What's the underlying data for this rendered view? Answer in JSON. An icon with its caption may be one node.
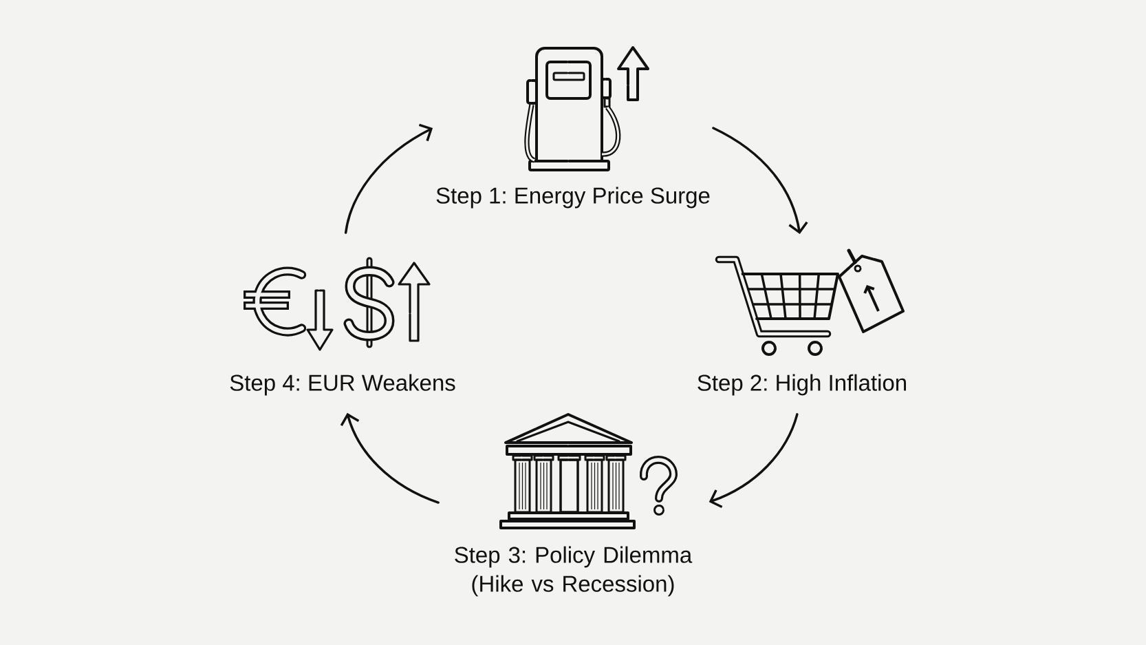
{
  "diagram": {
    "nodes": [
      {
        "text": [
          "Step 1: Energy Price Surge"
        ]
      },
      {
        "text": [
          "Step 2: High Inflation"
        ]
      },
      {
        "text": [
          "Step 3: Policy Dilemma (Hike vs Recession)"
        ]
      },
      {
        "text": [
          "Step 4: EUR Weakens"
        ]
      }
    ],
    "edges": [
      {
        "from": 0,
        "to": 1,
        "arrow": "to"
      },
      {
        "from": 1,
        "to": 2,
        "arrow": "to"
      },
      {
        "from": 2,
        "to": 3,
        "arrow": "to"
      },
      {
        "from": 3,
        "to": 0,
        "arrow": "to"
      }
    ]
  }
}
